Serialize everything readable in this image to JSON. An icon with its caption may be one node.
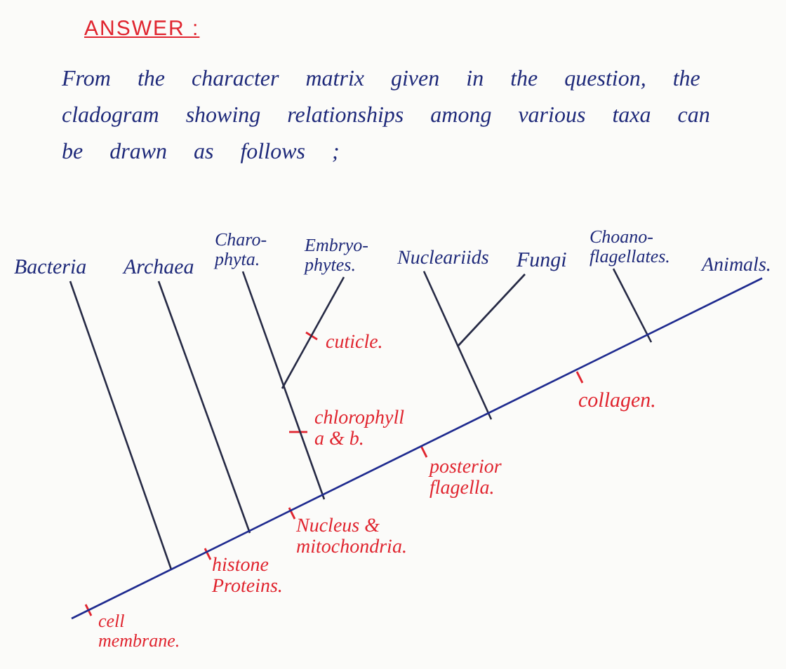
{
  "diagram": {
    "title": "ANSWER :",
    "nodes": [
      {
        "text": [
          "Bacteria"
        ]
      },
      {
        "text": [
          "Archaea"
        ]
      },
      {
        "text": [
          "Charo- phyta."
        ]
      },
      {
        "text": [
          "Embryo- phytes."
        ]
      },
      {
        "text": [
          "Nucleariids"
        ]
      },
      {
        "text": [
          "Fungi"
        ]
      },
      {
        "text": [
          "Choano- flagellates."
        ]
      },
      {
        "text": [
          "Animals."
        ]
      }
    ],
    "edges": [
      {
        "from": 0,
        "to": null,
        "arrow": "none"
      },
      {
        "from": 1,
        "to": null,
        "arrow": "none"
      },
      {
        "from": 2,
        "to": null,
        "arrow": "none"
      },
      {
        "from": 3,
        "to": null,
        "arrow": "none"
      },
      {
        "from": 4,
        "to": null,
        "arrow": "none"
      },
      {
        "from": 5,
        "to": null,
        "arrow": "none"
      },
      {
        "from": 6,
        "to": null,
        "arrow": "none"
      },
      {
        "from": null,
        "to": 7,
        "arrow": "none",
        "color": "#1f2b8f"
      }
    ],
    "labels": [
      "From the character matrix given in the question, the cladogram showing relationships among various taxa can be drawn as follows ;",
      "cuticle.",
      "collagen.",
      "chlorophyll a & b.",
      "posterior flagella.",
      "Nucleus & mitochondria.",
      "histone Proteins.",
      "cell membrane."
    ]
  }
}
